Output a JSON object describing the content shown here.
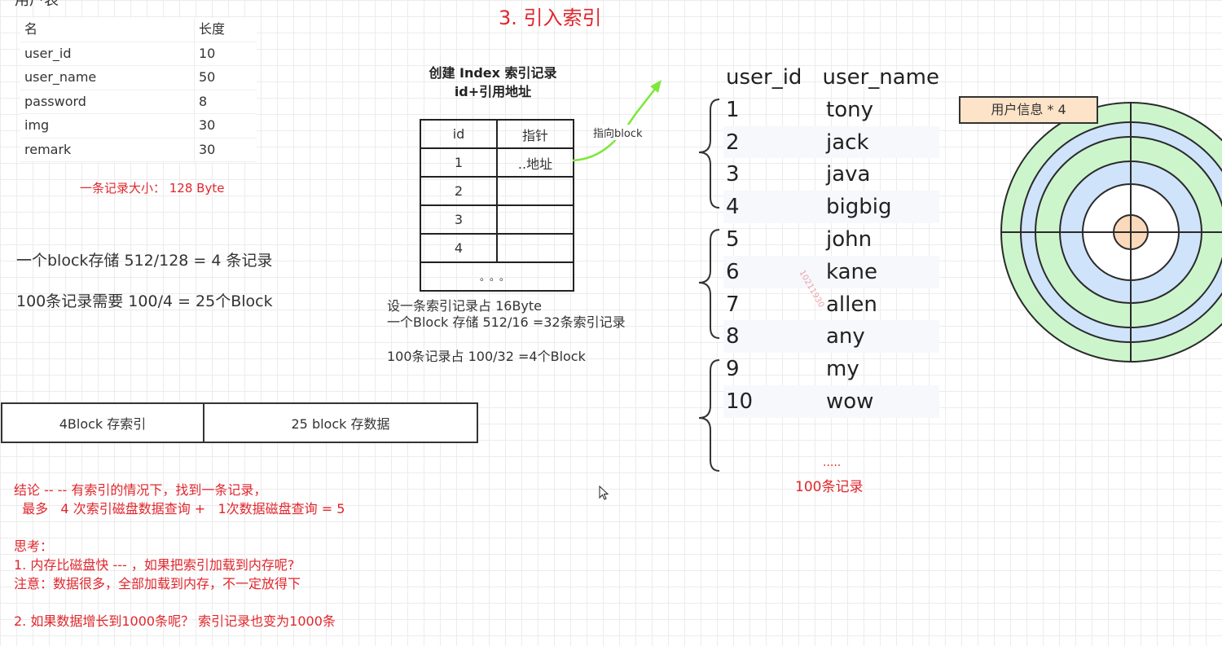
{
  "top_cut_text": "用户表",
  "title": "3.  引入索引",
  "fields_table": {
    "headers": [
      "名",
      "长度"
    ],
    "rows": [
      [
        "user_id",
        "10"
      ],
      [
        "user_name",
        "50"
      ],
      [
        "password",
        "8"
      ],
      [
        "img",
        "30"
      ],
      [
        "remark",
        "30"
      ]
    ]
  },
  "record_size": "一条记录大小：  128 Byte",
  "calc_block": "一个block存储 512/128 = 4 条记录",
  "calc_blocks_needed": "100条记录需要 100/4 = 25个Block",
  "index_title_line1": "创建 Index 索引记录",
  "index_title_line2": "id+引用地址",
  "index_table": {
    "headers": [
      "id",
      "指针"
    ],
    "rows": [
      [
        "1",
        "..地址"
      ],
      [
        "2",
        ""
      ],
      [
        "3",
        ""
      ],
      [
        "4",
        ""
      ]
    ],
    "ellipsis": "。。。"
  },
  "arrow_label": "指向block",
  "index_note1": "设一条索引记录占 16Byte",
  "index_note2": "一个Block 存储 512/16 =32条索引记录",
  "index_note3": "100条记录占 100/32 =4个Block",
  "storage_bar": {
    "index": "4Block 存索引",
    "data": "25 block 存数据"
  },
  "user_table": {
    "headers": [
      "user_id",
      "user_name"
    ],
    "rows": [
      [
        "1",
        "tony"
      ],
      [
        "2",
        "jack"
      ],
      [
        "3",
        "java"
      ],
      [
        "4",
        "bigbig"
      ],
      [
        "5",
        "john"
      ],
      [
        "6",
        "kane"
      ],
      [
        "7",
        "allen"
      ],
      [
        "8",
        "any"
      ],
      [
        "9",
        "my"
      ],
      [
        "10",
        "wow"
      ]
    ],
    "more": ".....",
    "count": "100条记录"
  },
  "watermark": "10211930",
  "disk_label": "用户信息 * 4",
  "conclusion": {
    "line1": "结论 --   -- 有索引的情况下，找到一条记录，",
    "line2": "  最多   4 次索引磁盘数据查询 +   1次数据磁盘查询 = 5",
    "think": "思考：",
    "q1": "1. 内存比磁盘快 --- ，如果把索引加载到内存呢?",
    "note": "注意：数据很多，全部加载到内存，不一定放得下",
    "q2": "2. 如果数据增长到1000条呢？  索引记录也变为1000条"
  },
  "colors": {
    "red": "#e0262c",
    "green_arrow": "#7de83a",
    "ring_green": "#ccf5cc",
    "ring_blue": "#cfe3fb",
    "core": "#fcd9bb"
  }
}
